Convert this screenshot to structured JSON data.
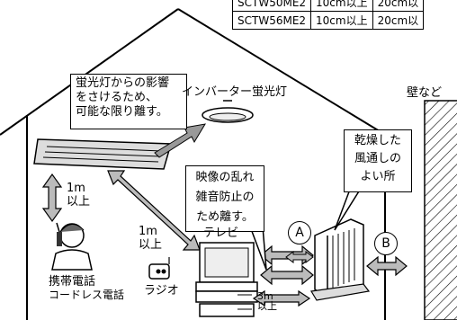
{
  "table": {
    "rows": [
      [
        "SCTW50ME2",
        "10cm以上",
        "20cm以"
      ],
      [
        "SCTW56ME2",
        "10cm以上",
        "20cm以"
      ]
    ]
  },
  "labels": {
    "fluorescent_note": [
      "蛍光灯からの影響",
      "をさけるため、",
      "可能な限り離す。"
    ],
    "inverter_lamp": "インバーター蛍光灯",
    "wall": "壁など",
    "dry_location": [
      "乾燥した",
      "風通しの",
      "よい所"
    ],
    "noise": [
      "映像の乱れ",
      "雑音防止の",
      "ため離す。"
    ],
    "distance_1m_ceiling": [
      "1m",
      "以上"
    ],
    "distance_1m_radio": [
      "1m",
      "以上"
    ],
    "distance_3m": [
      "3m",
      "以上"
    ],
    "tv": "テレビ",
    "radio": "ラジオ",
    "phone": [
      "携帯電話",
      "コードレス電話"
    ],
    "marker_a": "A",
    "marker_b": "B"
  }
}
